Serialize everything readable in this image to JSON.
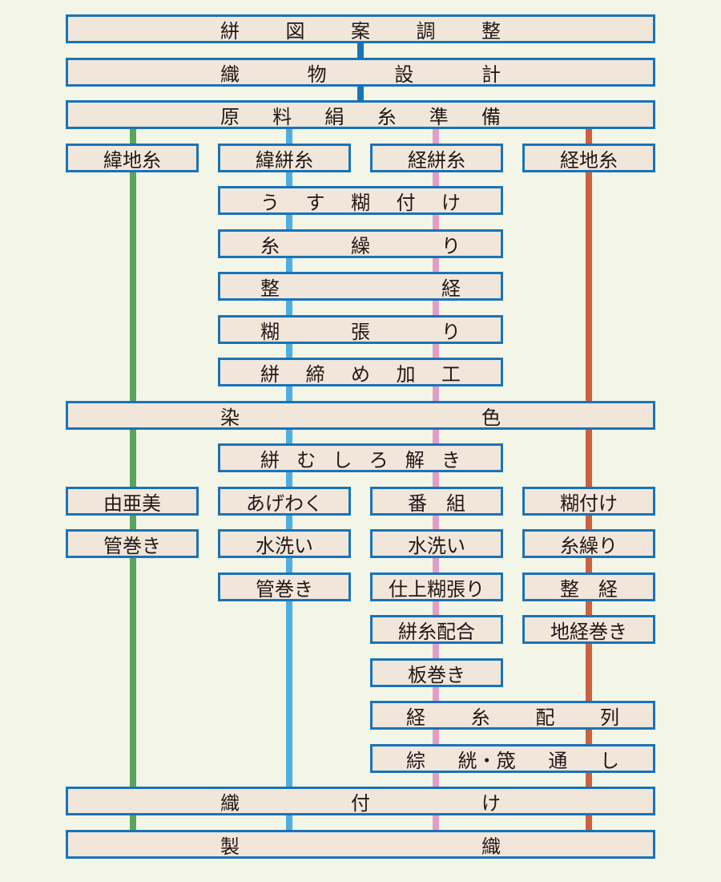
{
  "colors": {
    "background": "#f3f6e6",
    "box_fill": "#f0e6da",
    "box_border": "#1a73b8",
    "line_weft_ground": "#5aa55c",
    "line_weft_kasuri": "#4eaee1",
    "line_warp_kasuri": "#e29ec8",
    "line_warp_ground": "#cc6140",
    "connector": "#1a73b8"
  },
  "steps": {
    "design": [
      "絣",
      "図",
      "案",
      "調",
      "整"
    ],
    "weaving_design": [
      "織",
      "物",
      "設",
      "計"
    ],
    "material_prep": [
      "原",
      "料",
      "絹",
      "糸",
      "準",
      "備"
    ],
    "dyeing": [
      "染",
      "色"
    ],
    "loom_setup": [
      "織",
      "付",
      "け"
    ],
    "weaving": [
      "製",
      "織"
    ]
  },
  "columns": {
    "weft_ground": [
      "緯地糸",
      "由亜美",
      "管巻き"
    ],
    "weft_kasuri": [
      "緯絣糸",
      "あげわく",
      "水洗い",
      "管巻き"
    ],
    "warp_kasuri": [
      "経絣糸",
      "番　組",
      "水洗い",
      "仕上糊張り",
      "絣糸配合",
      "板巻き"
    ],
    "warp_ground": [
      "経地糸",
      "糊付け",
      "糸繰り",
      "整　経",
      "地経巻き"
    ]
  },
  "kasuri_steps": {
    "light_sizing": [
      "う",
      "す",
      "糊",
      "付",
      "け"
    ],
    "thread_winding": [
      "糸",
      "繰",
      "り"
    ],
    "warping": [
      "整",
      "経"
    ],
    "starching": [
      "糊",
      "張",
      "り"
    ],
    "binding": [
      "絣",
      "締",
      "め",
      "加",
      "工"
    ],
    "unbinding": [
      "絣",
      "む",
      "し",
      "ろ",
      "解",
      "き"
    ]
  },
  "warp_steps": {
    "arrangement": [
      "経",
      "糸",
      "配",
      "列"
    ],
    "threading": [
      "綜",
      "絖・筬",
      "通",
      "し"
    ]
  }
}
